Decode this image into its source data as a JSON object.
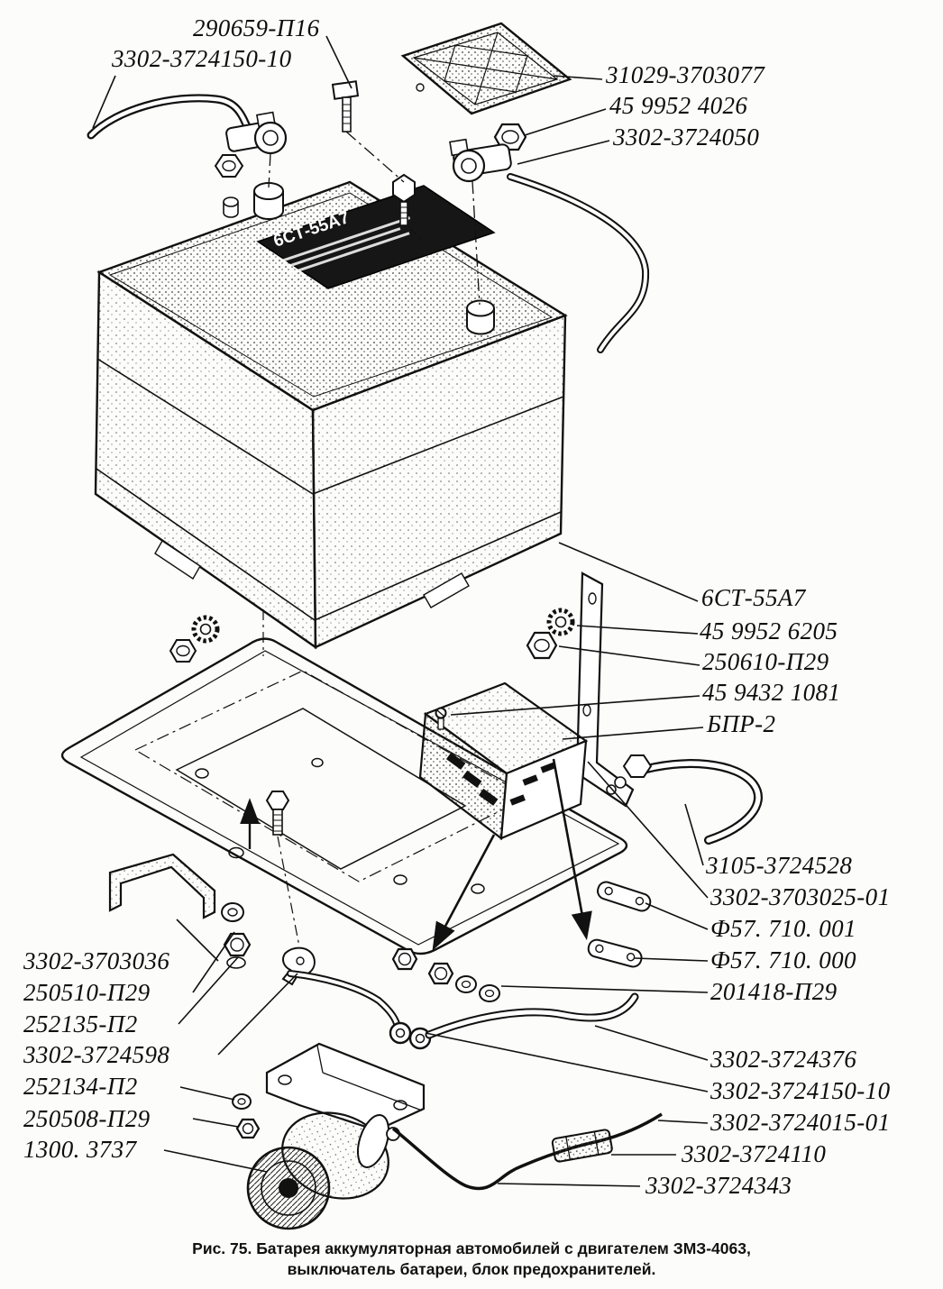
{
  "caption": {
    "line1": "Рис. 75. Батарея аккумуляторная автомобилей с двигателем ЗМЗ-4063,",
    "line2": "выключатель батареи, блок предохранителей."
  },
  "battery_plate": {
    "model": "6СТ-55А7"
  },
  "labels": [
    {
      "text": "290659-П16"
    },
    {
      "text": "3302-3724150-10"
    },
    {
      "text": "31029-3703077"
    },
    {
      "text": "45 9952 4026"
    },
    {
      "text": "3302-3724050"
    },
    {
      "text": "6СТ-55А7"
    },
    {
      "text": "45 9952 6205"
    },
    {
      "text": "250610-П29"
    },
    {
      "text": "45 9432 1081"
    },
    {
      "text": "БПР-2"
    },
    {
      "text": "3105-3724528"
    },
    {
      "text": "3302-3703025-01"
    },
    {
      "text": "Ф57. 710. 001"
    },
    {
      "text": "Ф57. 710. 000"
    },
    {
      "text": "201418-П29"
    },
    {
      "text": "3302-3724376"
    },
    {
      "text": "3302-3724150-10"
    },
    {
      "text": "3302-3724015-01"
    },
    {
      "text": "3302-3724110"
    },
    {
      "text": "3302-3724343"
    },
    {
      "text": "3302-3703036"
    },
    {
      "text": "250510-П29"
    },
    {
      "text": "252135-П2"
    },
    {
      "text": "3302-3724598"
    },
    {
      "text": "252134-П2"
    },
    {
      "text": "250508-П29"
    },
    {
      "text": "1300. 3737"
    }
  ]
}
